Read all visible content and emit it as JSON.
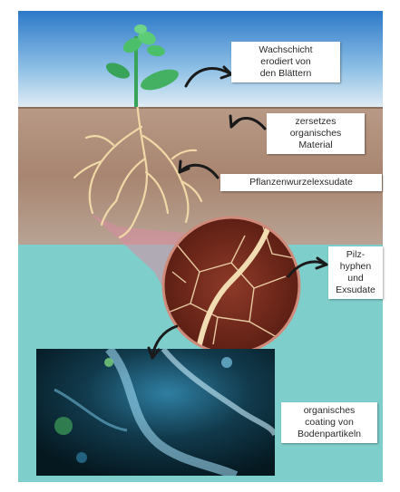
{
  "labels": {
    "wax": [
      "Wachschicht",
      "erodiert von",
      "den Blättern"
    ],
    "decomposed": [
      "zersetzes",
      "organisches",
      "Material"
    ],
    "root_exudates": [
      "Pflanzenwurzelexsudate"
    ],
    "fungal": [
      "Pilz-",
      "hyphen",
      "und",
      "Exsudate"
    ],
    "coating": [
      "organisches",
      "coating von",
      "Bodenpartikeln"
    ]
  },
  "colors": {
    "sky_top": "#2d79c8",
    "sky_bottom": "#e3eef5",
    "soil": "#a88570",
    "background": "#7ecfcc",
    "aggregate": "#7a2a1c",
    "roots": "#f0d9a6",
    "plant": "#3aa35a",
    "arrow": "#1a1a1a",
    "micrograph": "#0d2a36"
  }
}
